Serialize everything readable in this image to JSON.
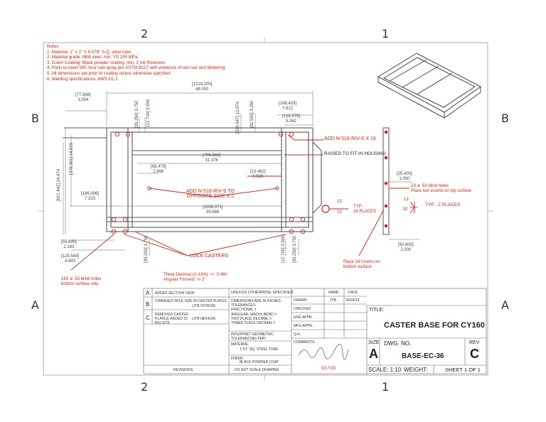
{
  "zones": {
    "top_left": "2",
    "top_right": "1",
    "bottom_left": "2",
    "bottom_right": "1",
    "left_upper": "B",
    "left_lower": "A",
    "right_upper": "B",
    "right_lower": "A"
  },
  "notes": {
    "heading": "Notes:",
    "lines": [
      "1. Material: 1\" x 1\" X 0.078\" S.Q. steel tube",
      "2. Material grade: Mild steel, min. YS 195 MPa.",
      "3. Color/ Coating: Black powder coating, min. 2 mil thickness",
      "4. Parts to meet 500 hour salt spray per ASTM B117 with evidence of red rust and blistering.",
      "5. All dimensions are prior to coating unless otherwise specified",
      "6. Welding specifications: AWS D1.1"
    ]
  },
  "dims": {
    "overall_w": "[1219.200]",
    "overall_w2": "48.000",
    "d_77": "[77.568]",
    "d_77b": "3.054",
    "d_95": "[95.250]",
    "d_95b": "3.750",
    "d_12": "[12.700]",
    "d_12b": "0.500",
    "d_329": "[329.547]",
    "d_329b": "12.974",
    "d_82": "[82.550]",
    "d_82b": "3.250",
    "d_198": "[198.429]",
    "d_198b": "7.812",
    "d_128": "[128.579]",
    "d_128b": "5.062",
    "d_374": "[376.301]",
    "d_374b": "14.815",
    "d_621": "[621.442]",
    "d_621b": "24.474",
    "d_796": "[796.942]",
    "d_796b": "31.376",
    "d_68": "[68.479]",
    "d_68b": "2.696",
    "d_13": "[13.462]",
    "d_13b": "0.530",
    "d_186": "[186.006]",
    "d_186b": "7.323",
    "d_1008": "[1008.071]",
    "d_1008b": "39.688",
    "d_55": "[55.690]",
    "d_55b": "2.193",
    "d_125": "[125.548]",
    "d_125b": "4.943",
    "d_95v": "[95.250]",
    "d_95vb": "3.750",
    "d_12v": "[12.700]",
    "d_12vb": "0.500",
    "d_95v2": "[95.250]",
    "d_95v2b": "3.750",
    "d_25": "[25.400]",
    "d_25b": "1.000",
    "d_50": "[50.800]",
    "d_50b": "2.000"
  },
  "callouts": {
    "add_n516_top": "ADD N-516-RIV-S X 16",
    "raised": "RAISED TO FIT IN HOUSING",
    "add_n516_opp1": "ADD N-516-RIV-S TO",
    "add_n516_opp2": "OPPOSITE SIDE X 2",
    "typ16a": "TYP -",
    "typ16b": "16 PLACES",
    "weld13a": "13",
    "weld13b": "13",
    "blind2a": "2X ø .53 blind holes",
    "blind2b": "Place two inserts on top surface",
    "typ2": "TYP - 2 PLACES",
    "w13": "13",
    "w32": ".32",
    "lock": "LOCK CASTERS",
    "blind16a": "16X ø .53 blind holes",
    "blind16b": "bottom surface only",
    "place16a": "Place 16 inserts on",
    "place16b": "bottom surface",
    "tol1": "Three Decimal (X.XXX): +/- 0.060",
    "tol2": "Angular Formed: +/-2°"
  },
  "revisions": {
    "rows": [
      {
        "letter": "A",
        "text": "ADDED SECTION VIEW",
        "date": ""
      },
      {
        "letter": "B",
        "text": "CHANGED HOLE SIZE IN CASTER PLATES",
        "date": "(JTB 07/25/18)"
      },
      {
        "letter": "C",
        "text": "REMOVED CASTER PLATES; ADDED 16 RIV-S/T8",
        "date": "(JTB 08/14/18)"
      }
    ],
    "label": "REVISIONS"
  },
  "spec": {
    "unless": "UNLESS OTHERWISE SPECIFIED:",
    "dims_in": "DIMENSIONS ARE IN INCHES",
    "tolerances": "TOLERANCES:",
    "fractional": "FRACTIONAL ±",
    "angular": "ANGULAR: MACH±   BEND ±",
    "two_place": "TWO PLACE DECIMAL   ±",
    "three_place": "THREE PLACE DECIMAL  ±",
    "interpret": "INTERPRET GEOMETRIC",
    "tolerancing": "TOLERANCING PER:",
    "material_label": "MATERIAL",
    "material": "1\"X1\" SQ. STEEL TUBE",
    "finish_label": "FINISH",
    "finish": "BLACK POWDER COAT",
    "no_scale": "DO NOT SCALE DRAWING"
  },
  "approvals": {
    "name_h": "NAME",
    "date_h": "DATE",
    "drawn": "DRAWN",
    "drawn_name": "JTB",
    "drawn_date": "03/03/15",
    "checked": "CHECKED",
    "eng": "ENG APPR.",
    "mfg": "MFG APPR.",
    "qa": "Q.A.",
    "comments": "COMMENTS:",
    "sig_date": "5/17/23"
  },
  "title_block": {
    "title_label": "TITLE:",
    "title": "CASTER BASE FOR CY160",
    "size_label": "SIZE",
    "size": "A",
    "dwg_label": "DWG.  NO.",
    "dwg": "BASE-EC-36",
    "rev_label": "REV",
    "rev": "C",
    "scale": "SCALE: 1:10",
    "weight": "WEIGHT:",
    "sheet": "SHEET 1 OF 1"
  }
}
